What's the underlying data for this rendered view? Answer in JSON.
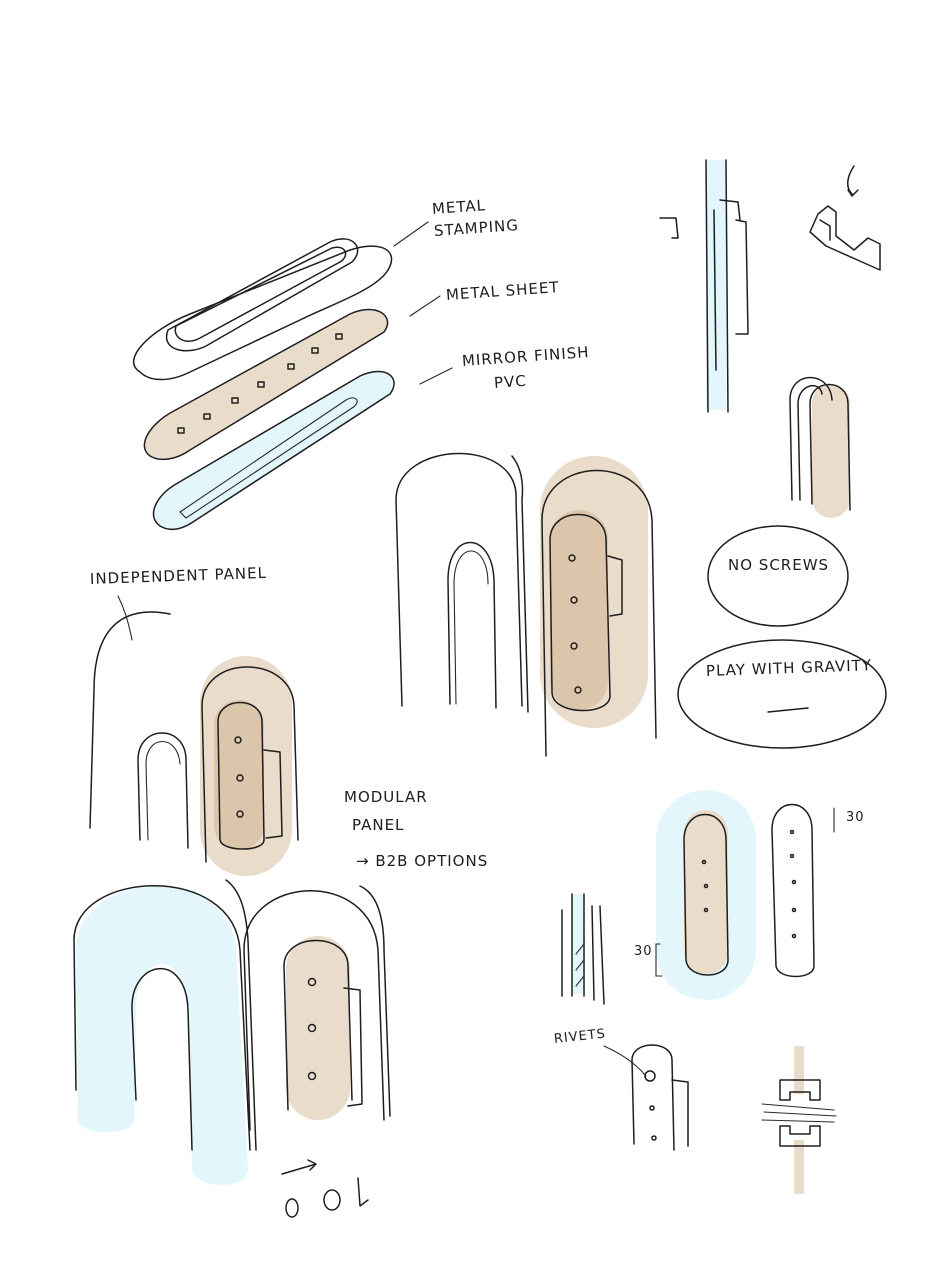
{
  "labels": {
    "metal_stamping": [
      "METAL",
      "STAMPING"
    ],
    "metal_sheet": "METAL SHEET",
    "mirror_finish": [
      "MIRROR FINISH",
      "PVC"
    ],
    "independent_panel": "INDEPENDENT PANEL",
    "no_screws": "NO SCREWS",
    "play_with_gravity": "PLAY WITH GRAVITY",
    "modular_panel": [
      "MODULAR",
      "PANEL"
    ],
    "b2b_options": "B2B OPTIONS",
    "rivets": "RIVETS",
    "dim_30_right": "30",
    "dim_30_left": "30"
  },
  "colors": {
    "ink": "#1e1e1e",
    "tan_wash": "#e9dccb",
    "tan_dark": "#dcc6ab",
    "blue_wash": "#e3f6fb"
  }
}
